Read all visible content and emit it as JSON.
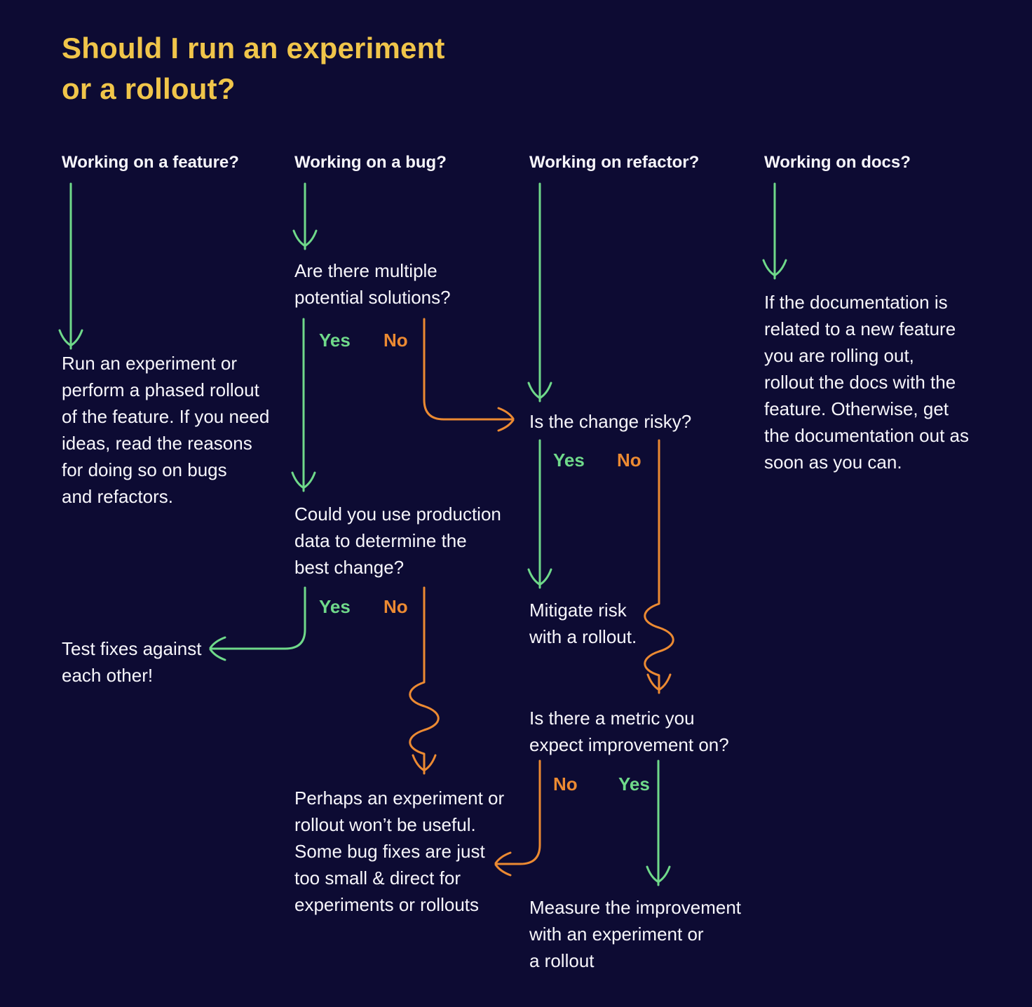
{
  "colors": {
    "background": "#0d0b33",
    "title_yellow": "#f0c54a",
    "body_text": "#f7f6fb",
    "green": "#6fd98a",
    "orange": "#ec8a32"
  },
  "title": {
    "text": "Should I run an experiment\nor a rollout?"
  },
  "columns": {
    "feature": {
      "header": "Working on a feature?",
      "outcome": "Run an experiment or\nperform a phased rollout\nof the feature. If you need\nideas, read the reasons\nfor doing so on bugs\nand refactors."
    },
    "bug": {
      "header": "Working on a bug?",
      "q1": "Are there multiple\npotential solutions?",
      "q1_yes": "Yes",
      "q1_no": "No",
      "q2": "Could you use production\ndata to determine the\nbest change?",
      "q2_yes": "Yes",
      "q2_no": "No",
      "yes_outcome": "Test fixes against\neach other!",
      "no_outcome": "Perhaps an experiment or\nrollout won’t be useful.\nSome bug fixes are just\ntoo small & direct for\nexperiments or rollouts"
    },
    "refactor": {
      "header": "Working on refactor?",
      "q1": "Is the change risky?",
      "q1_yes": "Yes",
      "q1_no": "No",
      "yes_outcome": "Mitigate risk\nwith a rollout.",
      "q2": "Is there a metric you\nexpect improvement on?",
      "q2_no": "No",
      "q2_yes": "Yes",
      "metric_yes_outcome": "Measure the improvement\nwith an experiment or\na rollout"
    },
    "docs": {
      "header": "Working on docs?",
      "outcome": "If the documentation is\nrelated to a new feature\nyou are rolling out,\nrollout the docs with the\nfeature. Otherwise, get\nthe documentation out as\nsoon as you can."
    }
  }
}
